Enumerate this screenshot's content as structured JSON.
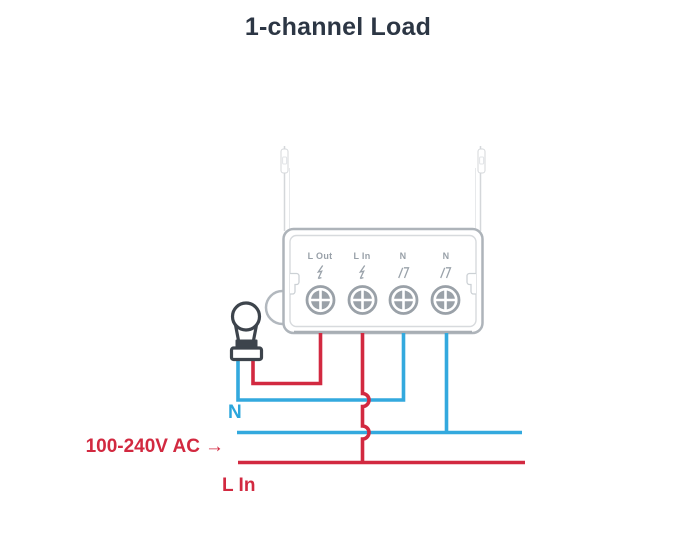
{
  "title": "1-channel Load",
  "device": {
    "name": "1-channel smart switch module",
    "terminals": [
      {
        "label": "L Out",
        "symbol": "lightning-icon"
      },
      {
        "label": "L In",
        "symbol": "lightning-icon"
      },
      {
        "label": "N",
        "symbol": "neutral-wire-icon"
      },
      {
        "label": "N",
        "symbol": "neutral-wire-icon"
      }
    ]
  },
  "wiring_labels": {
    "neutral": "N",
    "supply": "100-240V AC",
    "supply_arrow": "→",
    "line_in": "L In"
  },
  "icons": [
    "light-bulb-icon",
    "screw-terminal-icon",
    "lightning-icon",
    "neutral-wire-icon",
    "arrow-right-icon"
  ],
  "colors": {
    "live_wire_red": "#d22940",
    "neutral_wire_blue": "#33a9de",
    "title_text": "#2c3644",
    "terminal_label_gray": "#98a0a8",
    "device_outline_gray": "#afb5bb",
    "bulb_outline": "#3d444c"
  }
}
